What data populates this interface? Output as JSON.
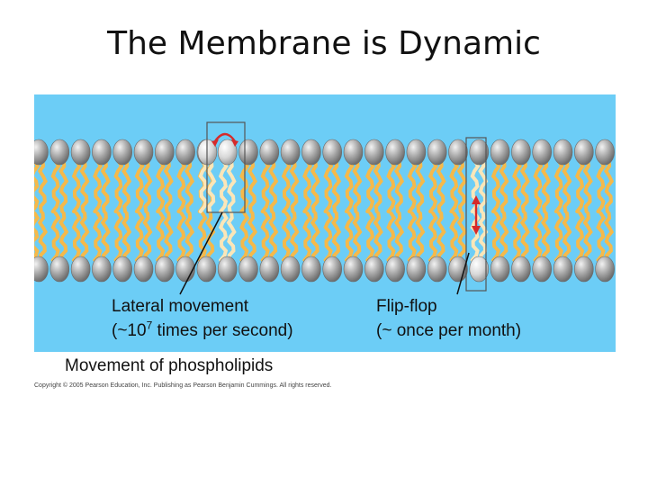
{
  "slide": {
    "title": "The Membrane is Dynamic"
  },
  "diagram": {
    "lateral_label_line1": "Lateral movement",
    "lateral_label_line2_prefix": "(~10",
    "lateral_label_exponent": "7",
    "lateral_label_line2_suffix": " times per second)",
    "flipflop_label_line1": "Flip-flop",
    "flipflop_label_line2": "(~ once per month)",
    "caption": "Movement of phospholipids",
    "copyright": "Copyright © 2005 Pearson Education, Inc. Publishing as Pearson Benjamin Cummings. All rights reserved.",
    "colors": {
      "background": "#6ccdf6",
      "tail": "#f5b94a",
      "head": "#9a9a9a",
      "arrow": "#d62a2a",
      "highlight": "#fbe6b8"
    }
  }
}
